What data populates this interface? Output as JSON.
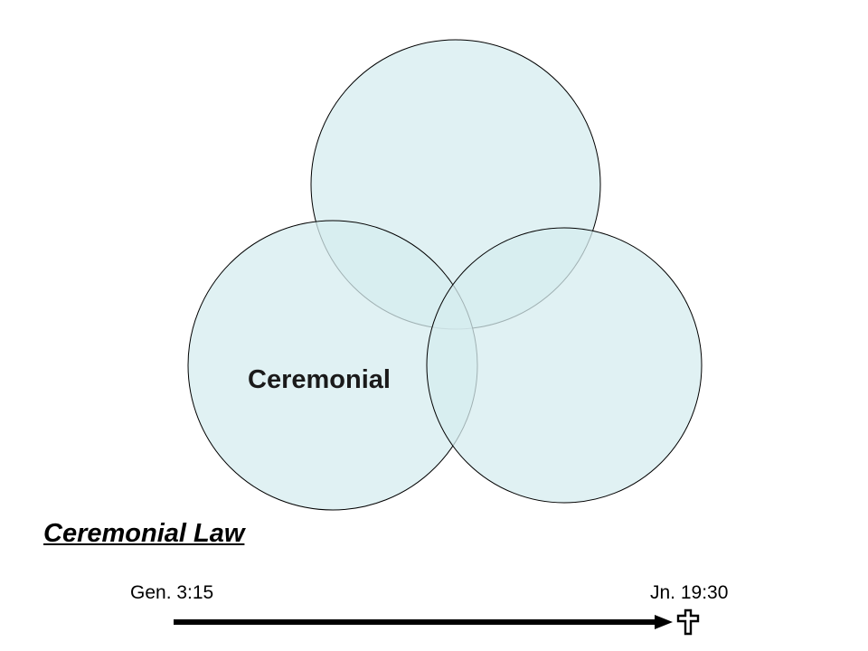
{
  "diagram": {
    "circle_label": "Ceremonial",
    "circle_fill": "#d5ecef",
    "overlap_fill": "#b7dde2",
    "stroke": "#000000"
  },
  "section": {
    "title": "Ceremonial Law"
  },
  "timeline": {
    "start_ref": "Gen. 3:15",
    "end_ref": "Jn. 19:30",
    "end_icon": "cross-icon"
  }
}
